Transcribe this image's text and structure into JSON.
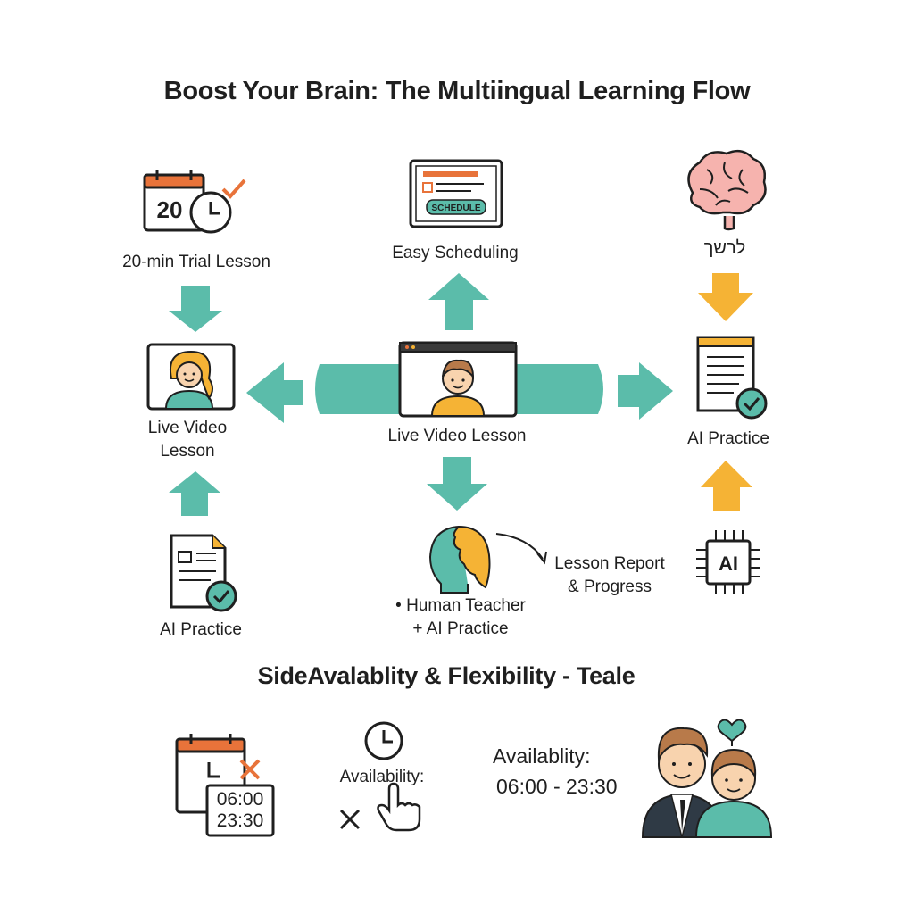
{
  "title": "Boost Your Brain: The Multiingual Learning Flow",
  "nodes": {
    "trial": {
      "label": "20-min Trial Lesson",
      "calendar_number": "20"
    },
    "scheduling": {
      "label": "Easy Scheduling",
      "button_text": "SCHEDULE"
    },
    "brain": {
      "label": "לרשך"
    },
    "left_video": {
      "label_line1": "Live Video",
      "label_line2": "Lesson"
    },
    "center_video": {
      "label": "Live Video Lesson"
    },
    "right_practice": {
      "label": "AI Practice"
    },
    "left_practice": {
      "label": "AI Practice"
    },
    "human_ai": {
      "label_line1": "• Human Teacher",
      "label_line2": "+ AI Practice"
    },
    "report": {
      "label_line1": "Lesson Report",
      "label_line2": "& Progress"
    },
    "ai_chip": {
      "chip_text": "AI"
    }
  },
  "availability_section": {
    "title": "SideAvalablity & Flexibility - Teale",
    "calendar_times": {
      "start": "06:00",
      "end": "23:30"
    },
    "clock_label": "Availability:",
    "range": {
      "label": "Availablity:",
      "value": "06:00 - 23:30"
    }
  },
  "colors": {
    "teal": "#5bbcaa",
    "orange": "#e8733a",
    "yellow": "#f5b335",
    "skin": "#f8d3ae",
    "hair": "#b87a4a",
    "outline": "#1f1f1f"
  }
}
